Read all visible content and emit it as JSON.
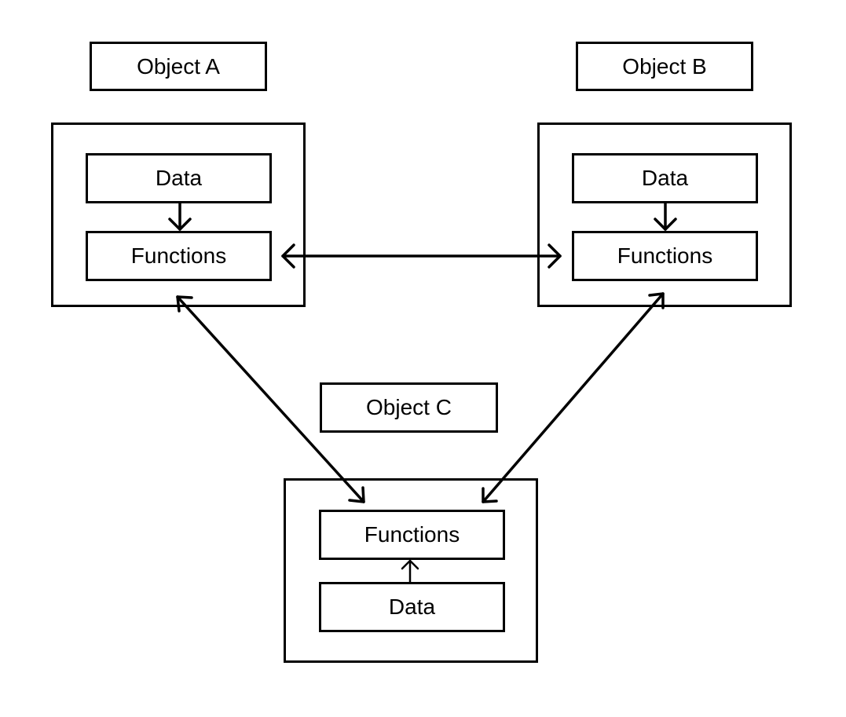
{
  "objects": {
    "a": {
      "title": "Object A",
      "data_label": "Data",
      "functions_label": "Functions"
    },
    "b": {
      "title": "Object B",
      "data_label": "Data",
      "functions_label": "Functions"
    },
    "c": {
      "title": "Object C",
      "data_label": "Data",
      "functions_label": "Functions"
    }
  },
  "colors": {
    "stroke": "#000000",
    "background": "#ffffff"
  }
}
